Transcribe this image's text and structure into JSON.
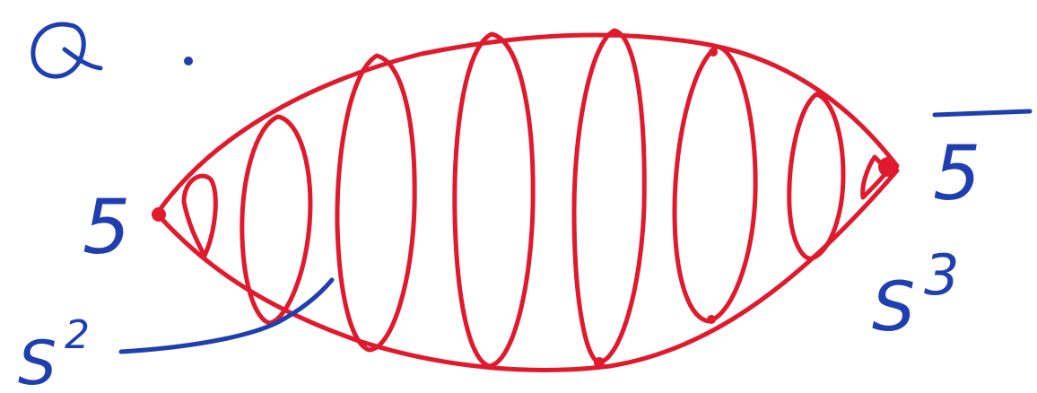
{
  "diagram": {
    "question_marker": "Q",
    "labels": {
      "left_point": "5",
      "right_point": "5",
      "circle": "S",
      "circle_exponent": "2",
      "sphere": "S",
      "sphere_exponent": "3"
    },
    "colors": {
      "ink_blue": "#1f3fb0",
      "ink_red": "#e0192c",
      "background": "#ffffff"
    }
  }
}
